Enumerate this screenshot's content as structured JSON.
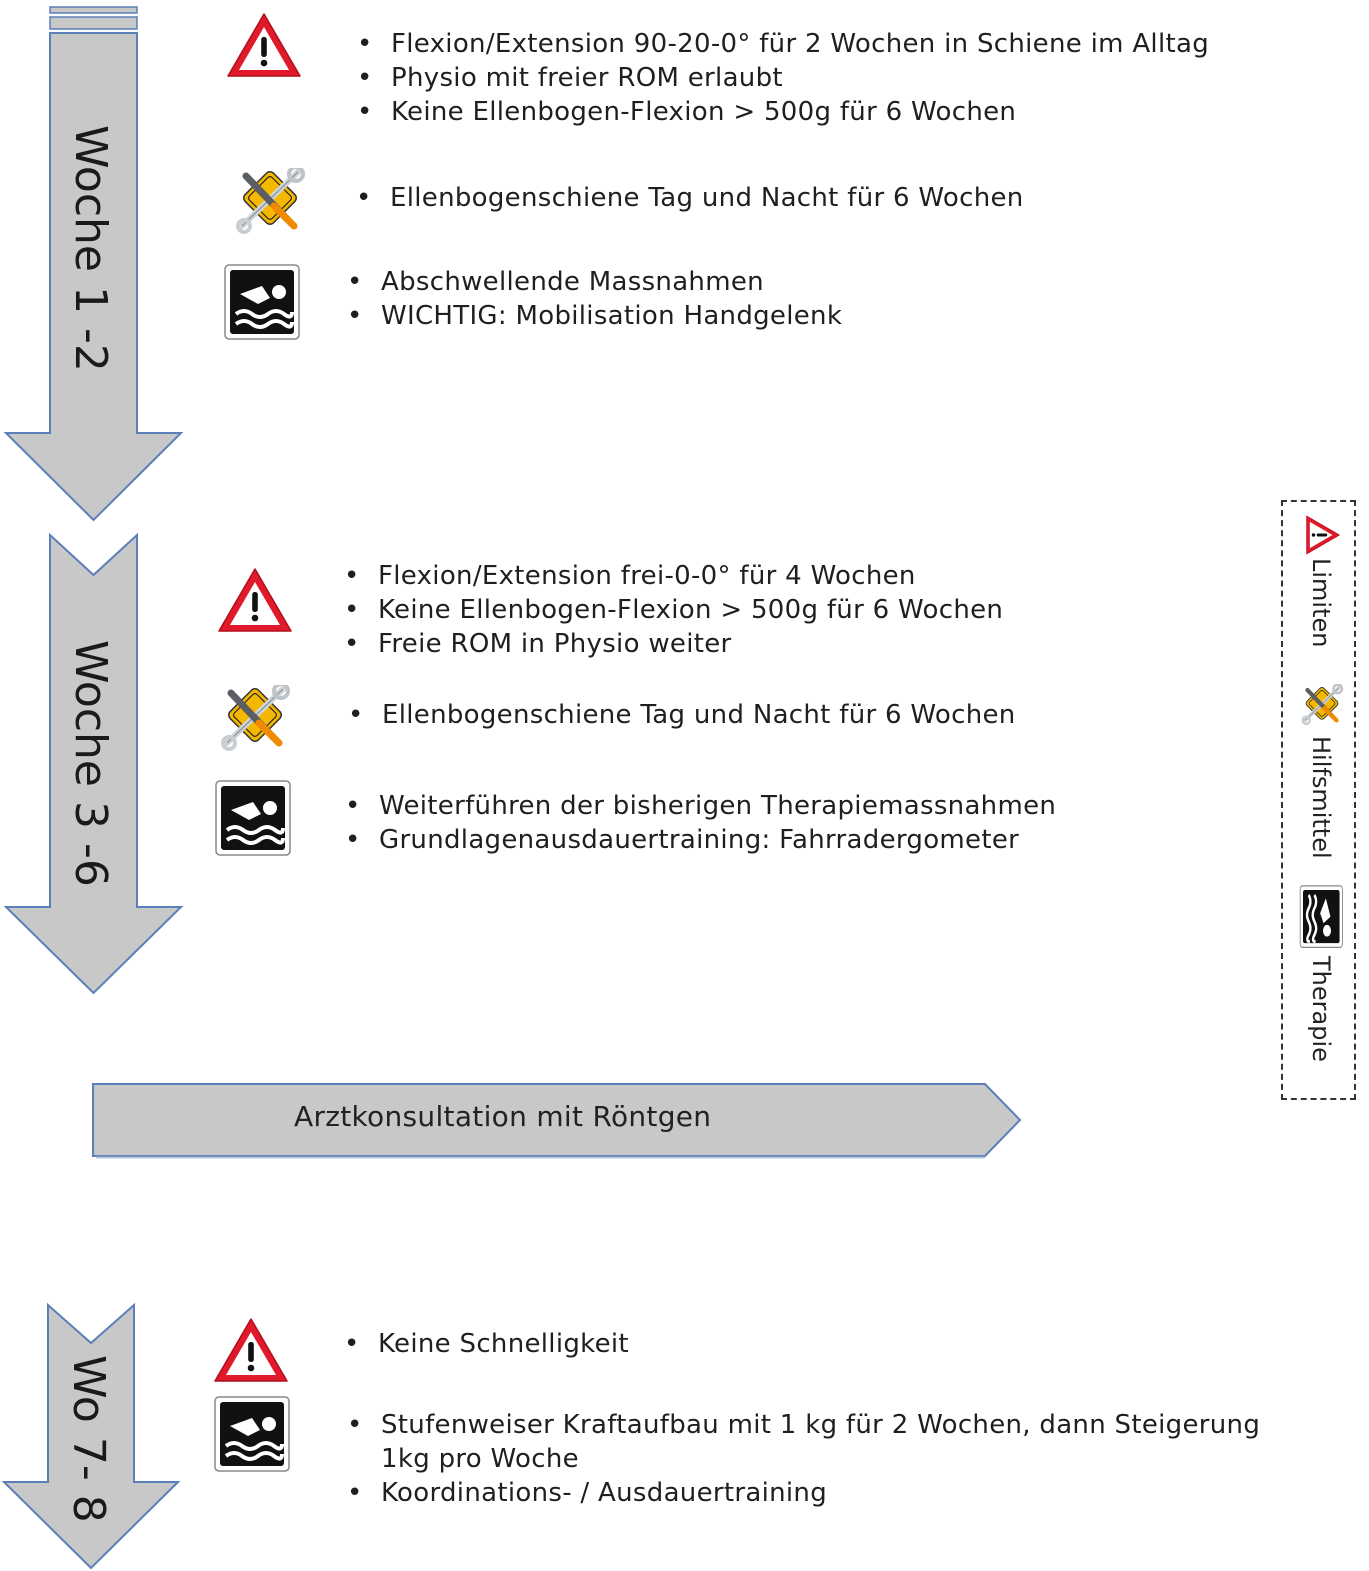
{
  "phases": [
    {
      "label": "Woche 1 -2",
      "limits": [
        "Flexion/Extension 90-20-0° für 2 Wochen in Schiene im Alltag",
        "Physio mit freier ROM erlaubt",
        "Keine Ellenbogen-Flexion > 500g für 6 Wochen"
      ],
      "aids": [
        "Ellenbogenschiene Tag und Nacht für 6 Wochen"
      ],
      "therapy": [
        "Abschwellende Massnahmen",
        "WICHTIG: Mobilisation Handgelenk"
      ]
    },
    {
      "label": "Woche 3 -6",
      "limits": [
        "Flexion/Extension frei-0-0° für 4 Wochen",
        "Keine Ellenbogen-Flexion > 500g für 6 Wochen",
        "Freie ROM in Physio weiter"
      ],
      "aids": [
        "Ellenbogenschiene Tag und Nacht für 6 Wochen"
      ],
      "therapy": [
        "Weiterführen der bisherigen Therapiemassnahmen",
        "Grundlagenausdauertraining: Fahrradergometer"
      ]
    },
    {
      "label": "Wo 7- 8",
      "limits": [
        "Keine Schnelligkeit"
      ],
      "therapy": [
        "Stufenweiser Kraftaufbau mit 1 kg für 2 Wochen, dann Steigerung 1kg pro Woche",
        "Koordinations- / Ausdauertraining"
      ]
    }
  ],
  "banner": {
    "text": "Arztkonsultation mit Röntgen"
  },
  "legend": {
    "limits": "Limiten",
    "aids": "Hilfsmittel",
    "therapy": "Therapie"
  },
  "icons": {
    "limits": "warning-icon",
    "aids": "tools-icon",
    "therapy": "swimmer-icon"
  },
  "colors": {
    "arrow_fill": "#c8c8c8",
    "arrow_stroke": "#5b7fb8",
    "warning_red": "#e0192b",
    "aid_yellow": "#f5b800"
  }
}
